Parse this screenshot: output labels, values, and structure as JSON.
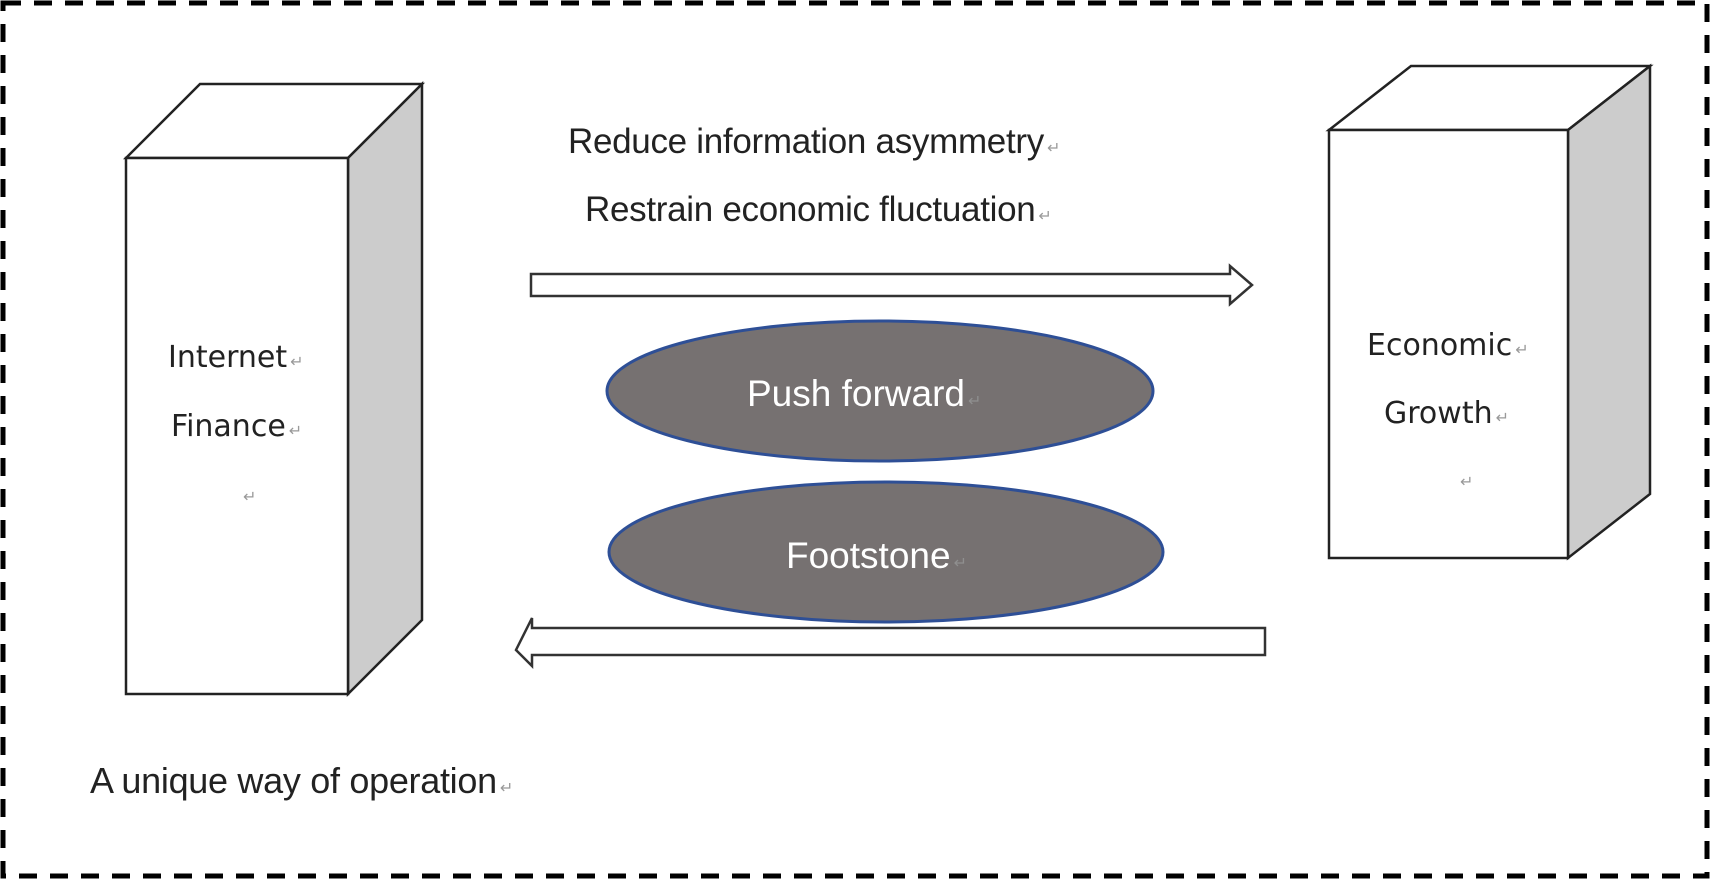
{
  "diagram": {
    "left_block": {
      "lines": [
        "Internet",
        "Finance"
      ],
      "trailing_mark": "↵"
    },
    "right_block": {
      "lines": [
        "Economic",
        "Growth"
      ],
      "trailing_mark": "↵"
    },
    "top_labels": [
      "Reduce information asymmetry",
      "Restrain economic fluctuation"
    ],
    "ellipses": [
      {
        "label": "Push forward"
      },
      {
        "label": "Footstone"
      }
    ],
    "arrows": [
      {
        "direction": "right",
        "from": "Internet Finance",
        "to": "Economic Growth"
      },
      {
        "direction": "left",
        "from": "Economic Growth",
        "to": "Internet Finance"
      }
    ],
    "caption": "A unique way of operation",
    "return_mark": "↵",
    "colors": {
      "ellipse_fill": "#767171",
      "ellipse_stroke": "#2e4f96",
      "box_side": "#cccccc",
      "outline": "#222222"
    }
  }
}
